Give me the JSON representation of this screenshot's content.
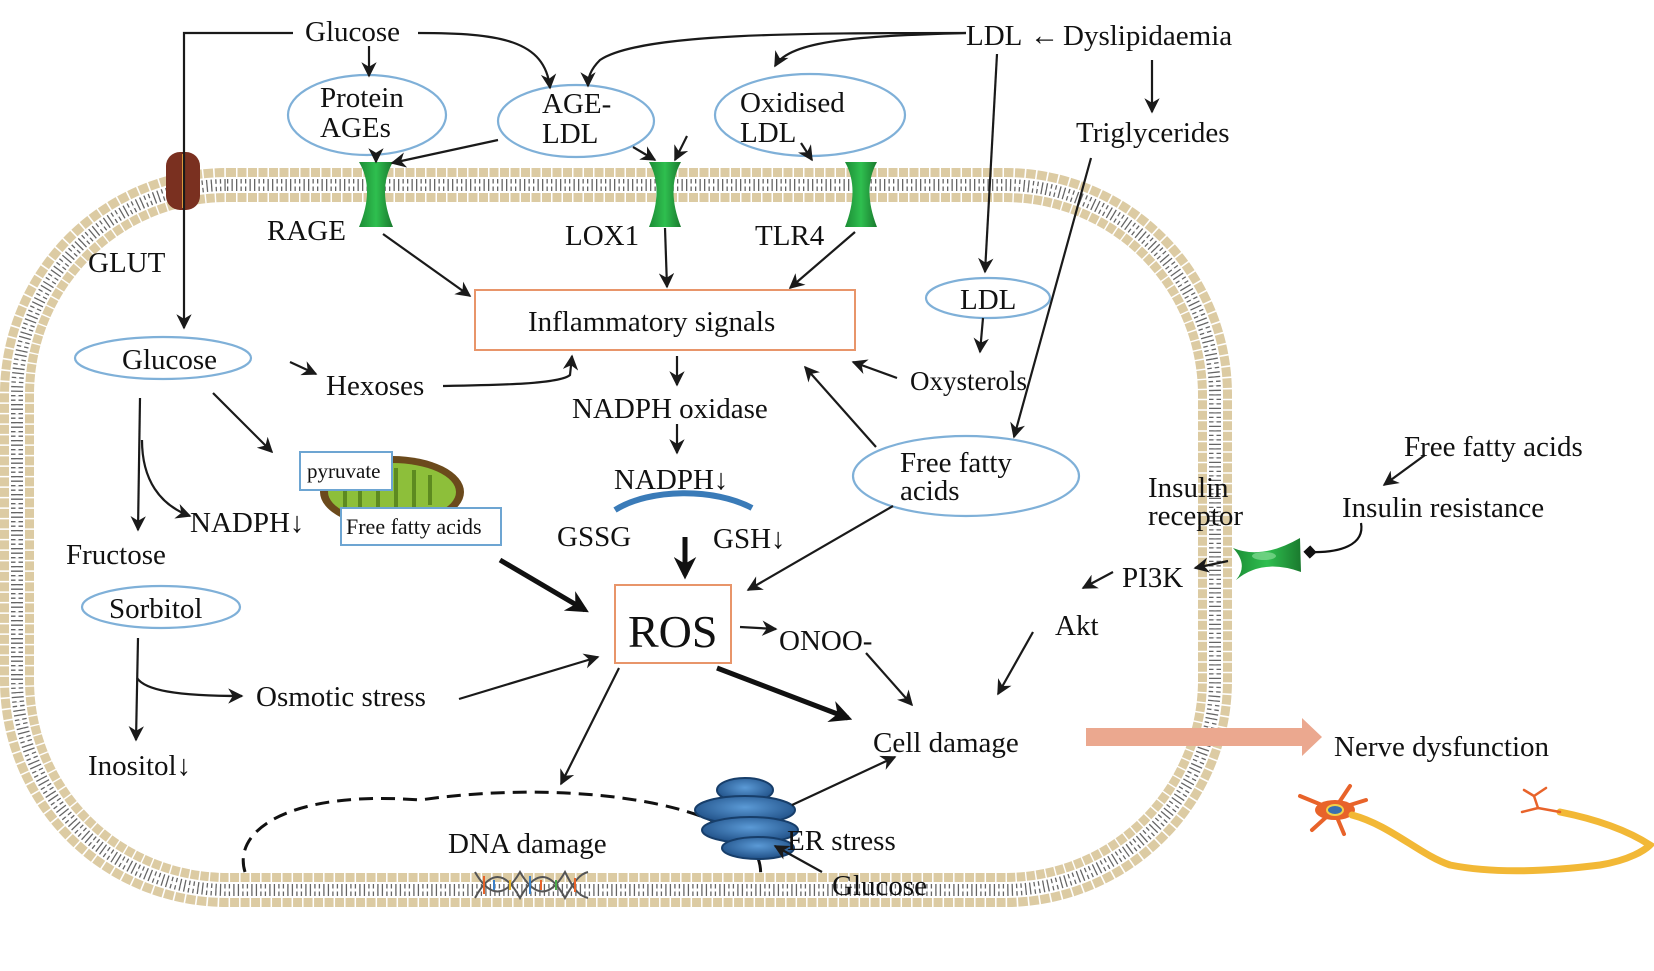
{
  "diagram": {
    "title": "Hyperglycaemia and dyslipidaemia pathways leading to nerve dysfunction",
    "colors": {
      "membrane_head": "#dccba3",
      "membrane_tail": "#444444",
      "receptor_green": "#1f9a3a",
      "glut_brown": "#7a3020",
      "oval_stroke": "#7fb0d8",
      "box_orange": "#e8956a",
      "box_blue": "#6da5d2",
      "big_arrow": "#eba88f",
      "er_blue": "#2f6fb0",
      "neuron_orange": "#e8632a",
      "axon_yellow": "#f2b836"
    },
    "extracellular": {
      "glucose": "Glucose",
      "ldl": "LDL",
      "ldl_arrow": "←",
      "dyslipidaemia": "Dyslipidaemia",
      "triglycerides": "Triglycerides",
      "protein_ages": [
        "Protein",
        "AGEs"
      ],
      "age_ldl": [
        "AGE-",
        "LDL"
      ],
      "oxidised_ldl": [
        "Oxidised",
        "LDL"
      ],
      "free_fatty_acids_out": "Free fatty acids",
      "insulin_resistance": "Insulin resistance"
    },
    "receptors": {
      "glut": "GLUT",
      "rage": "RAGE",
      "lox1": "LOX1",
      "tlr4": "TLR4",
      "insulin_receptor": [
        "Insulin",
        "receptor"
      ]
    },
    "intracellular": {
      "inflammatory_signals": "Inflammatory signals",
      "glucose_in": "Glucose",
      "hexoses": "Hexoses",
      "ldl_in": "LDL",
      "oxysterols": "Oxysterols",
      "nadph_oxidase": "NADPH oxidase",
      "nadph_down": "NADPH↓",
      "gssg": "GSSG",
      "gsh_down": "GSH↓",
      "free_fatty_acids_oval": [
        "Free fatty",
        "acids"
      ],
      "pyruvate": "pyruvate",
      "free_fatty_acids_box": "Free fatty acids",
      "nadph_down_left": "NADPH↓",
      "fructose": "Fructose",
      "sorbitol": "Sorbitol",
      "osmotic_stress": "Osmotic stress",
      "inositol_down": "Inositol↓",
      "ros": "ROS",
      "onoo": "ONOO-",
      "cell_damage": "Cell damage",
      "pi3k": "PI3K",
      "akt": "Akt",
      "dna_damage": "DNA damage",
      "er_stress": "ER stress",
      "glucose_er": "Glucose"
    },
    "outcome": {
      "nerve_dysfunction": "Nerve dysfunction"
    }
  }
}
